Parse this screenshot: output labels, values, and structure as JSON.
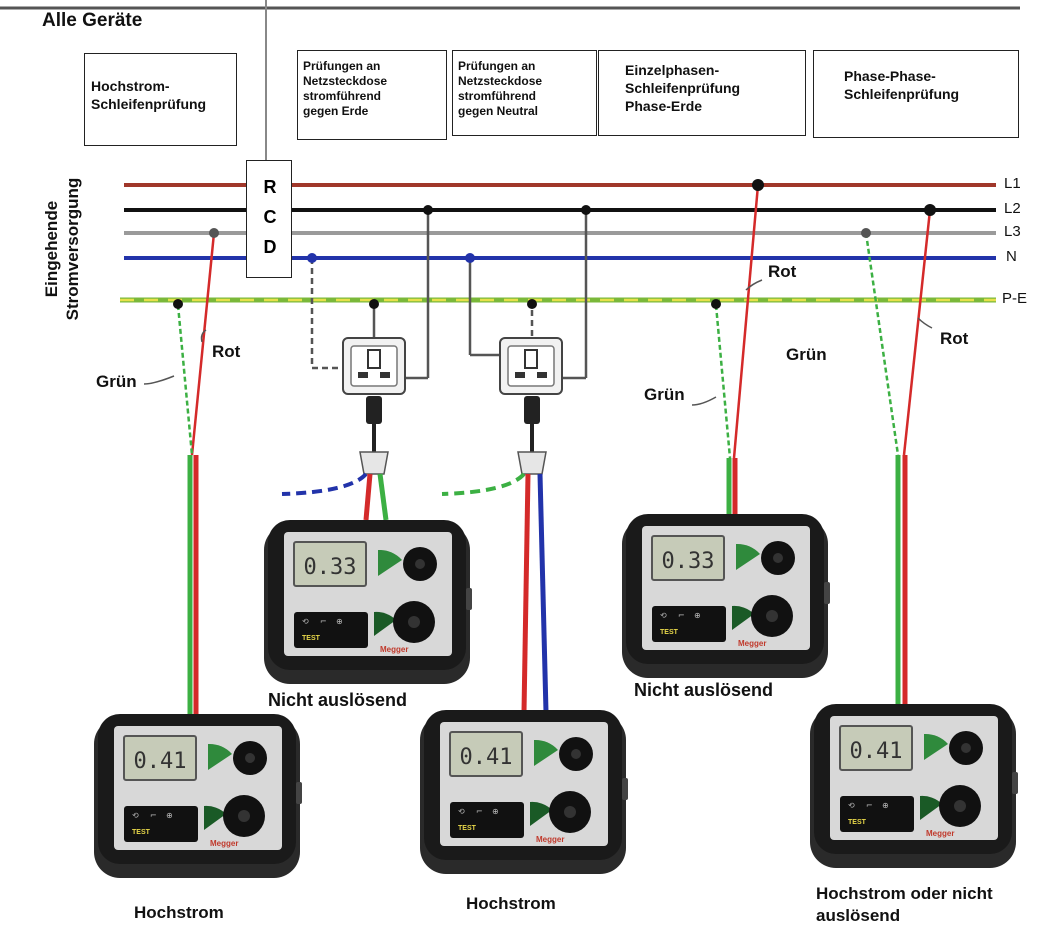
{
  "header": {
    "title": "Alle Geräte"
  },
  "test_boxes": [
    {
      "text": "Hochstrom-\nSchleifenprüfung"
    },
    {
      "text": "Prüfungen an\nNetzsteckdose\nstromführend\ngegen Erde"
    },
    {
      "text": "Prüfungen an\nNetzsteckdose\nstromführend\ngegen Neutral"
    },
    {
      "text": "Einzelphasen-\nSchleifenprüfung\nPhase-Erde"
    },
    {
      "text": "Phase-Phase-\nSchleifenprüfung"
    }
  ],
  "supply_label": "Eingehende\nStromversorgung",
  "rcd_letters": [
    "R",
    "C",
    "D"
  ],
  "conductors": [
    {
      "label": "L1",
      "color": "#a0372a"
    },
    {
      "label": "L2",
      "color": "#111111"
    },
    {
      "label": "L3",
      "color": "#9a9a9a"
    },
    {
      "label": "N",
      "color": "#2233aa"
    },
    {
      "label": "P-E",
      "color": "#7ab83a"
    }
  ],
  "lead_labels": {
    "rot_1": "Rot",
    "gruen_1": "Grün",
    "rot_2": "Rot",
    "gruen_2": "Grün",
    "gruen_3": "Grün",
    "rot_3": "Rot"
  },
  "meters": [
    {
      "reading": "0.41",
      "caption": "Hochstrom"
    },
    {
      "reading": "0.33",
      "caption": "Nicht auslösend"
    },
    {
      "reading": "0.41",
      "caption": "Hochstrom"
    },
    {
      "reading": "0.33",
      "caption": "Nicht auslösend"
    },
    {
      "reading": "0.41",
      "caption": "Hochstrom oder nicht\nauslösend"
    }
  ],
  "meter_text": {
    "test": "TEST",
    "brand": "Megger"
  },
  "colors": {
    "red_lead": "#d42a2a",
    "green_lead": "#3cb043",
    "blue_lead": "#2233aa",
    "yellow": "#e8e04a"
  }
}
